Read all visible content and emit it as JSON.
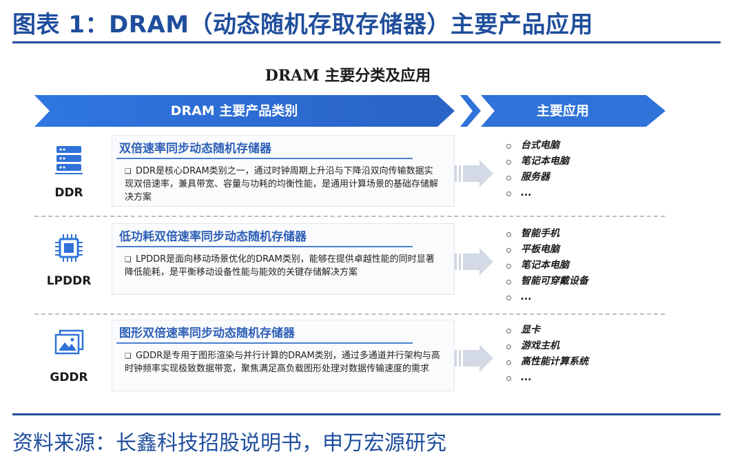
{
  "figure_title": "图表 1：DRAM（动态随机存取存储器）主要产品应用",
  "diagram_title": "DRAM 主要分类及应用",
  "header": {
    "left_banner": "DRAM 主要产品类别",
    "right_banner": "主要应用"
  },
  "colors": {
    "title_blue": "#1f4e9c",
    "banner_blue": "#2b6fd6",
    "panel_title_blue": "#2e5fb7"
  },
  "rows": [
    {
      "type": "DDR",
      "icon": "server-icon",
      "title": "双倍速率同步动态随机存储器",
      "description": "DDR是核心DRAM类别之一，通过时钟周期上升沿与下降沿双向传输数据实现双倍速率，兼具带宽、容量与功耗的均衡性能，是通用计算场景的基础存储解决方案",
      "apps": [
        "台式电脑",
        "笔记本电脑",
        "服务器",
        "..."
      ]
    },
    {
      "type": "LPDDR",
      "icon": "chip-icon",
      "title": "低功耗双倍速率同步动态随机存储器",
      "description": "LPDDR是面向移动场景优化的DRAM类别，能够在提供卓越性能的同时显著降低能耗，是平衡移动设备性能与能效的关键存储解决方案",
      "apps": [
        "智能手机",
        "平板电脑",
        "笔记本电脑",
        "智能可穿戴设备",
        "..."
      ]
    },
    {
      "type": "GDDR",
      "icon": "image-gallery-icon",
      "title": "图形双倍速率同步动态随机存储器",
      "description": "GDDR是专用于图形渲染与并行计算的DRAM类别，通过多通道并行架构与高时钟频率实现极致数据带宽，聚焦满足高负载图形处理对数据传输速度的需求",
      "apps": [
        "显卡",
        "游戏主机",
        "高性能计算系统",
        "..."
      ]
    }
  ],
  "source": "资料来源：长鑫科技招股说明书，申万宏源研究"
}
